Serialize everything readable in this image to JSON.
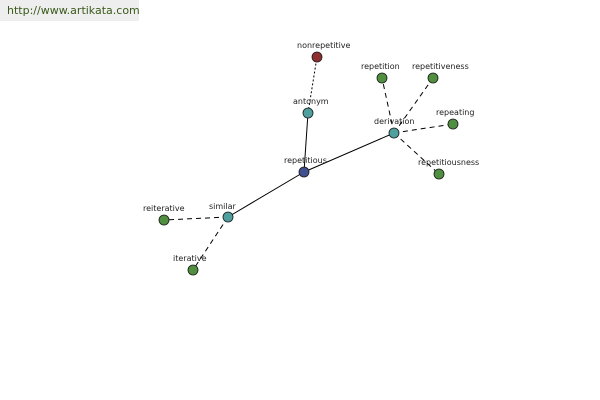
{
  "site": {
    "url": "http://www.artikata.com"
  },
  "colors": {
    "root": "#3f4f8f",
    "relation": "#4f9f9f",
    "antonym_word": "#8f2f2f",
    "word": "#4f8f3f",
    "edge": "#000000",
    "banner_bg": "#eeeeee",
    "url_text": "#3a5a1a"
  },
  "graph": {
    "nodes": {
      "repetitious": {
        "label": "repetitious",
        "kind": "root"
      },
      "antonym": {
        "label": "antonym",
        "kind": "relation"
      },
      "nonrepetitive": {
        "label": "nonrepetitive",
        "kind": "antonym_word"
      },
      "derivation": {
        "label": "derivation",
        "kind": "relation"
      },
      "repetition": {
        "label": "repetition",
        "kind": "word"
      },
      "repetitiveness": {
        "label": "repetitiveness",
        "kind": "word"
      },
      "repeating": {
        "label": "repeating",
        "kind": "word"
      },
      "repetitiousness": {
        "label": "repetitiousness",
        "kind": "word"
      },
      "similar": {
        "label": "similar",
        "kind": "relation"
      },
      "reiterative": {
        "label": "reiterative",
        "kind": "word"
      },
      "iterative": {
        "label": "iterative",
        "kind": "word"
      }
    },
    "edges": [
      {
        "from": "repetitious",
        "to": "antonym",
        "style": "solid"
      },
      {
        "from": "repetitious",
        "to": "derivation",
        "style": "solid"
      },
      {
        "from": "repetitious",
        "to": "similar",
        "style": "solid"
      },
      {
        "from": "antonym",
        "to": "nonrepetitive",
        "style": "dotted"
      },
      {
        "from": "derivation",
        "to": "repetition",
        "style": "dashed"
      },
      {
        "from": "derivation",
        "to": "repetitiveness",
        "style": "dashed"
      },
      {
        "from": "derivation",
        "to": "repeating",
        "style": "dashed"
      },
      {
        "from": "derivation",
        "to": "repetitiousness",
        "style": "dashed"
      },
      {
        "from": "similar",
        "to": "reiterative",
        "style": "dashed"
      },
      {
        "from": "similar",
        "to": "iterative",
        "style": "dashed"
      }
    ]
  }
}
